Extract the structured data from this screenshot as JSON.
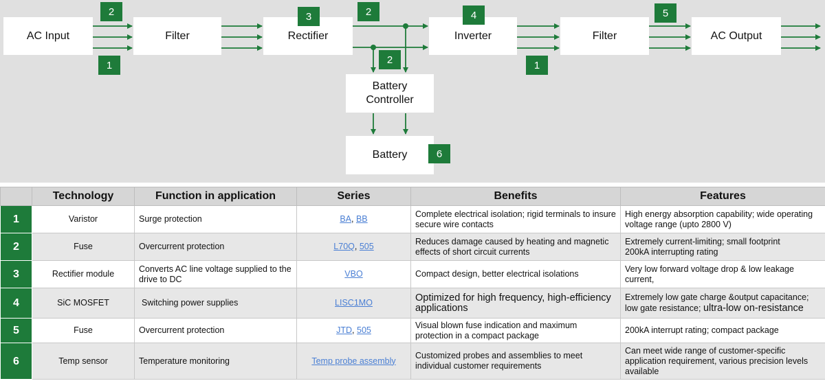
{
  "diagram": {
    "blocks": {
      "ac_input": "AC Input",
      "filter_in": "Filter",
      "rectifier": "Rectifier",
      "inverter": "Inverter",
      "filter_out": "Filter",
      "ac_output": "AC Output",
      "battery_controller_line1": "Battery",
      "battery_controller_line2": "Controller",
      "battery": "Battery"
    },
    "badges": {
      "b_top_input": "2",
      "b_bottom_input": "1",
      "b_rectifier": "3",
      "b_rect_inv": "2",
      "b_inverter": "4",
      "b_bottom_output": "1",
      "b_output": "5",
      "b_controller": "2",
      "b_battery": "6"
    },
    "colors": {
      "badge": "#1e7b3a",
      "arrow": "#1e7b3a",
      "background": "#e0e0e0"
    }
  },
  "table": {
    "headers": [
      "",
      "Technology",
      "Function in application",
      "Series",
      "Benefits",
      "Features"
    ],
    "rows": [
      {
        "num": "1",
        "technology": "Varistor",
        "function": "Surge protection",
        "series": [
          "BA",
          "BB"
        ],
        "benefits": "Complete electrical isolation; rigid terminals to insure secure wire contacts",
        "features": "High energy absorption capability; wide operating voltage range (upto 2800 V)"
      },
      {
        "num": "2",
        "technology": "Fuse",
        "function": "Overcurrent protection",
        "series": [
          "L70Q",
          "505"
        ],
        "benefits": "Reduces damage caused by heating and magnetic effects of short circuit currents",
        "features_line1": "Extremely current-limiting; small footprint",
        "features_line2": "200kA interrupting rating"
      },
      {
        "num": "3",
        "technology": "Rectifier module",
        "function": "Converts AC line voltage supplied to the drive to DC",
        "series": [
          "VBO"
        ],
        "benefits": "Compact design, better electrical isolations",
        "features": "Very low forward voltage drop & low leakage current,"
      },
      {
        "num": "4",
        "technology": "SiC MOSFET",
        "function": "Switching power supplies",
        "series": [
          "LISC1MO"
        ],
        "benefits": "Optimized for high frequency, high-efficiency applications",
        "features_line1": "Extremely low gate charge &output capacitance;",
        "features_line2a": "low gate resistance; ",
        "features_line2b": "ultra-low on-resistance"
      },
      {
        "num": "5",
        "technology": "Fuse",
        "function": "Overcurrent protection",
        "series": [
          "JTD",
          "505"
        ],
        "benefits": "Visual blown fuse indication and maximum protection in a compact package",
        "features": "200kA  interrupt rating; compact package"
      },
      {
        "num": "6",
        "technology": "Temp sensor",
        "function": "Temperature monitoring",
        "series": [
          "Temp probe assembly"
        ],
        "benefits": "Customized probes and assemblies to meet individual customer requirements",
        "features": "Can meet wide range of customer-specific application requirement, various precision levels available"
      }
    ]
  }
}
